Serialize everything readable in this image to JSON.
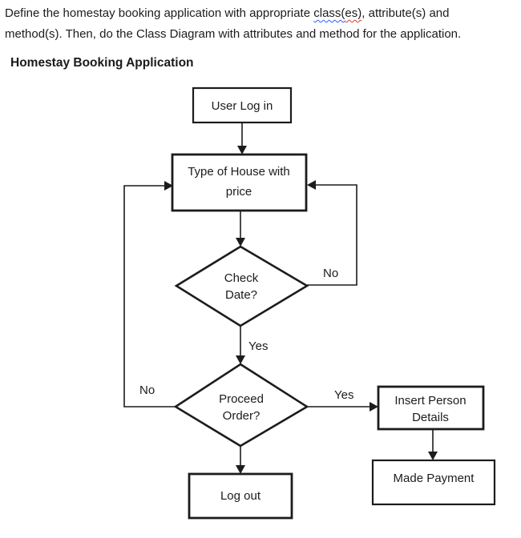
{
  "question": {
    "line1_pre": "Define the homestay booking application with appropriate ",
    "spell_blue": "class(",
    "spell_red": "es)",
    "line1_post": ", attribute(s) and",
    "line2": "method(s). Then, do the Class Diagram with attributes and method for the application."
  },
  "heading": "Homestay Booking Application",
  "flowchart": {
    "nodes": {
      "user_login": {
        "label": "User Log in"
      },
      "type_house": {
        "line1": "Type of House with",
        "line2": "price"
      },
      "check_date": {
        "line1": "Check",
        "line2": "Date?"
      },
      "proceed_order": {
        "line1": "Proceed",
        "line2": "Order?"
      },
      "log_out": {
        "label": "Log out"
      },
      "insert_person": {
        "line1": "Insert Person",
        "line2": "Details"
      },
      "made_payment": {
        "label": "Made Payment"
      }
    },
    "edge_labels": {
      "check_date_no": "No",
      "check_date_yes": "Yes",
      "proceed_order_no": "No",
      "proceed_order_yes": "Yes"
    },
    "colors": {
      "ink": "#1c1c1c",
      "spellcheck_blue": "#2e5bff",
      "spellcheck_red": "#e03c31"
    }
  }
}
